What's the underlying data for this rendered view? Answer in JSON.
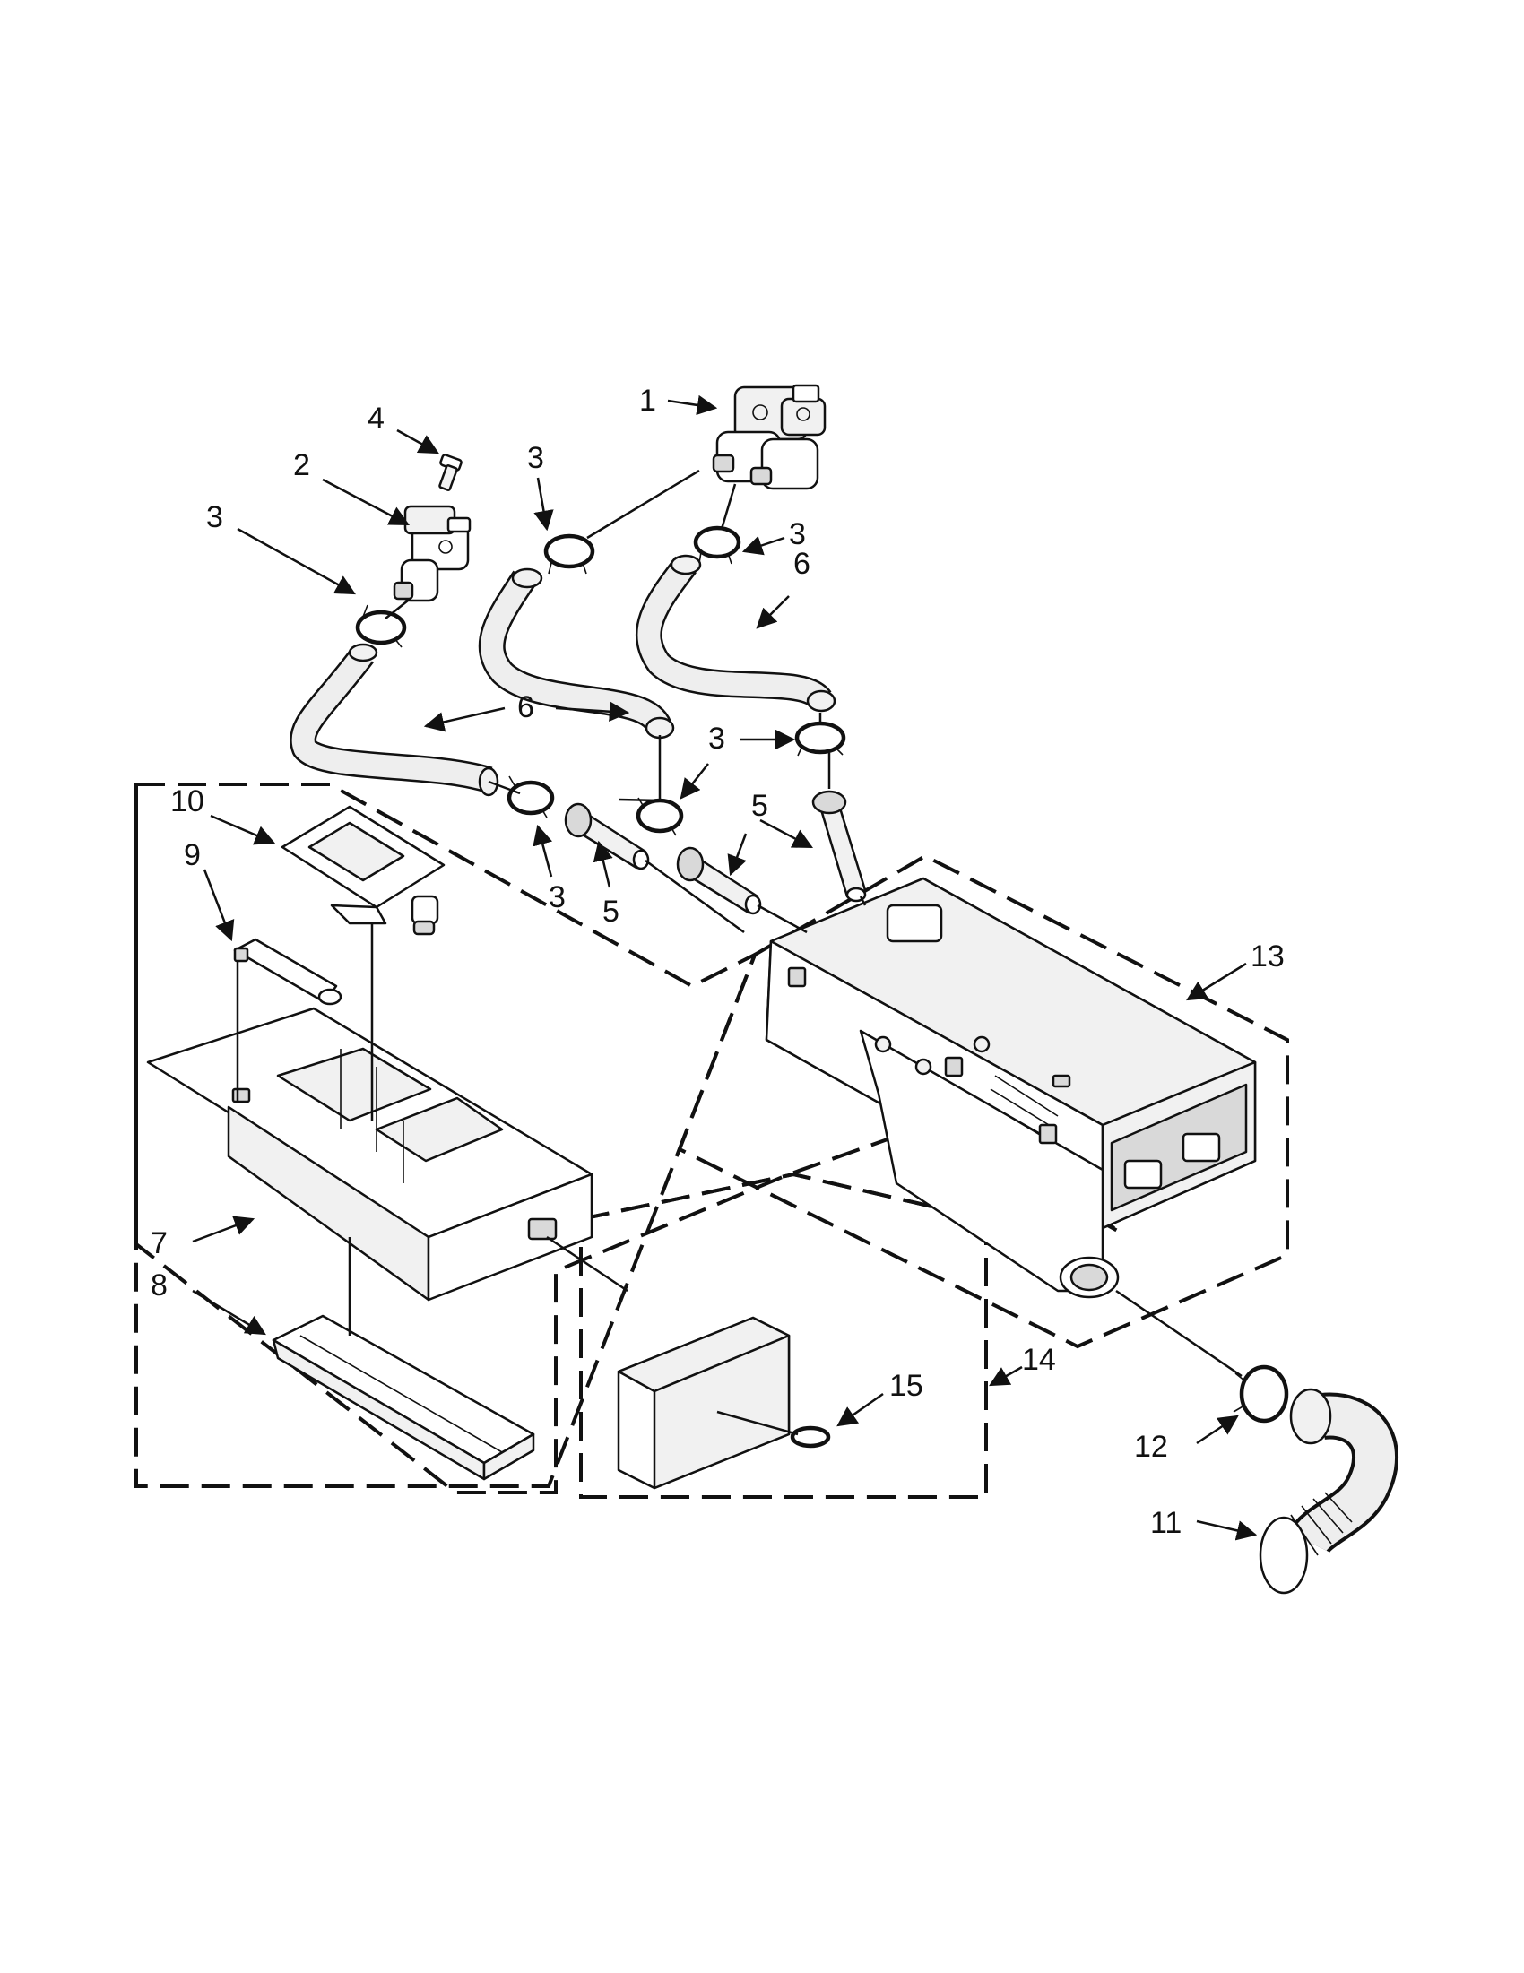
{
  "callouts": [
    {
      "id": "c1",
      "text": "1"
    },
    {
      "id": "c2",
      "text": "2"
    },
    {
      "id": "c3a",
      "text": "3"
    },
    {
      "id": "c3b",
      "text": "3"
    },
    {
      "id": "c3c",
      "text": "3"
    },
    {
      "id": "c3d",
      "text": "3"
    },
    {
      "id": "c3e",
      "text": "3"
    },
    {
      "id": "c3f",
      "text": "3"
    },
    {
      "id": "c4",
      "text": "4"
    },
    {
      "id": "c5a",
      "text": "5"
    },
    {
      "id": "c5b",
      "text": "5"
    },
    {
      "id": "c6a",
      "text": "6"
    },
    {
      "id": "c6b",
      "text": "6"
    },
    {
      "id": "c7",
      "text": "7"
    },
    {
      "id": "c8",
      "text": "8"
    },
    {
      "id": "c9",
      "text": "9"
    },
    {
      "id": "c10",
      "text": "10"
    },
    {
      "id": "c11",
      "text": "11"
    },
    {
      "id": "c12",
      "text": "12"
    },
    {
      "id": "c13",
      "text": "13"
    },
    {
      "id": "c14",
      "text": "14"
    },
    {
      "id": "c15",
      "text": "15"
    }
  ],
  "colors": {
    "line": "#111111",
    "background": "#ffffff",
    "fill_grey": "#f1f1f1"
  }
}
